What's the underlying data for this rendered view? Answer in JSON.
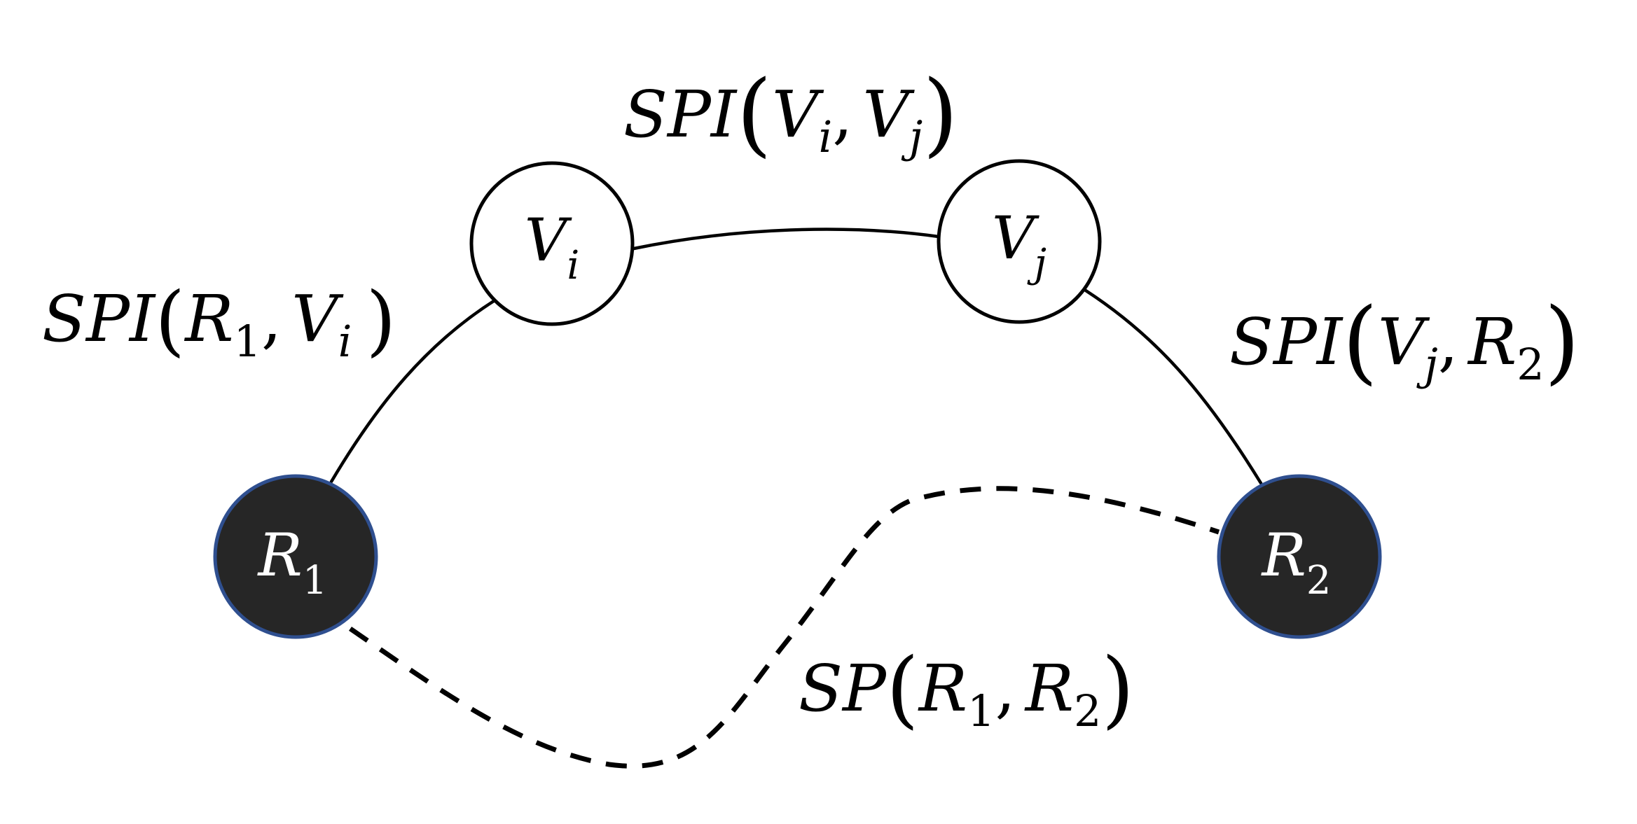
{
  "colors": {
    "background": "#ffffff",
    "stroke": "#000000",
    "dark_node_fill": "#262626",
    "dark_node_border": "#2f4f8f",
    "light_node_fill": "#ffffff"
  },
  "nodes": {
    "vi": {
      "letter": "V",
      "sub": "i"
    },
    "vj": {
      "letter": "V",
      "sub": "j"
    },
    "r1": {
      "letter": "R",
      "sub": "1"
    },
    "r2": {
      "letter": "R",
      "sub": "2"
    }
  },
  "edge_labels": {
    "r1_vi": {
      "func": "SPI",
      "open": "(",
      "a": "R",
      "a_sub": "1",
      "comma": ",",
      "b": "V",
      "b_sub": "i",
      "close": ")"
    },
    "vi_vj": {
      "func": "SPI",
      "open": "(",
      "a": "V",
      "a_sub": "i",
      "comma": ",",
      "b": "V",
      "b_sub": "j",
      "close": ")"
    },
    "vj_r2": {
      "func": "SPI",
      "open": "(",
      "a": "V",
      "a_sub": "j",
      "comma": ",",
      "b": "R",
      "b_sub": "2",
      "close": ")"
    },
    "r1_r2": {
      "func": "SP",
      "open": "(",
      "a": "R",
      "a_sub": "1",
      "comma": ",",
      "b": "R",
      "b_sub": "2",
      "close": ")"
    }
  }
}
